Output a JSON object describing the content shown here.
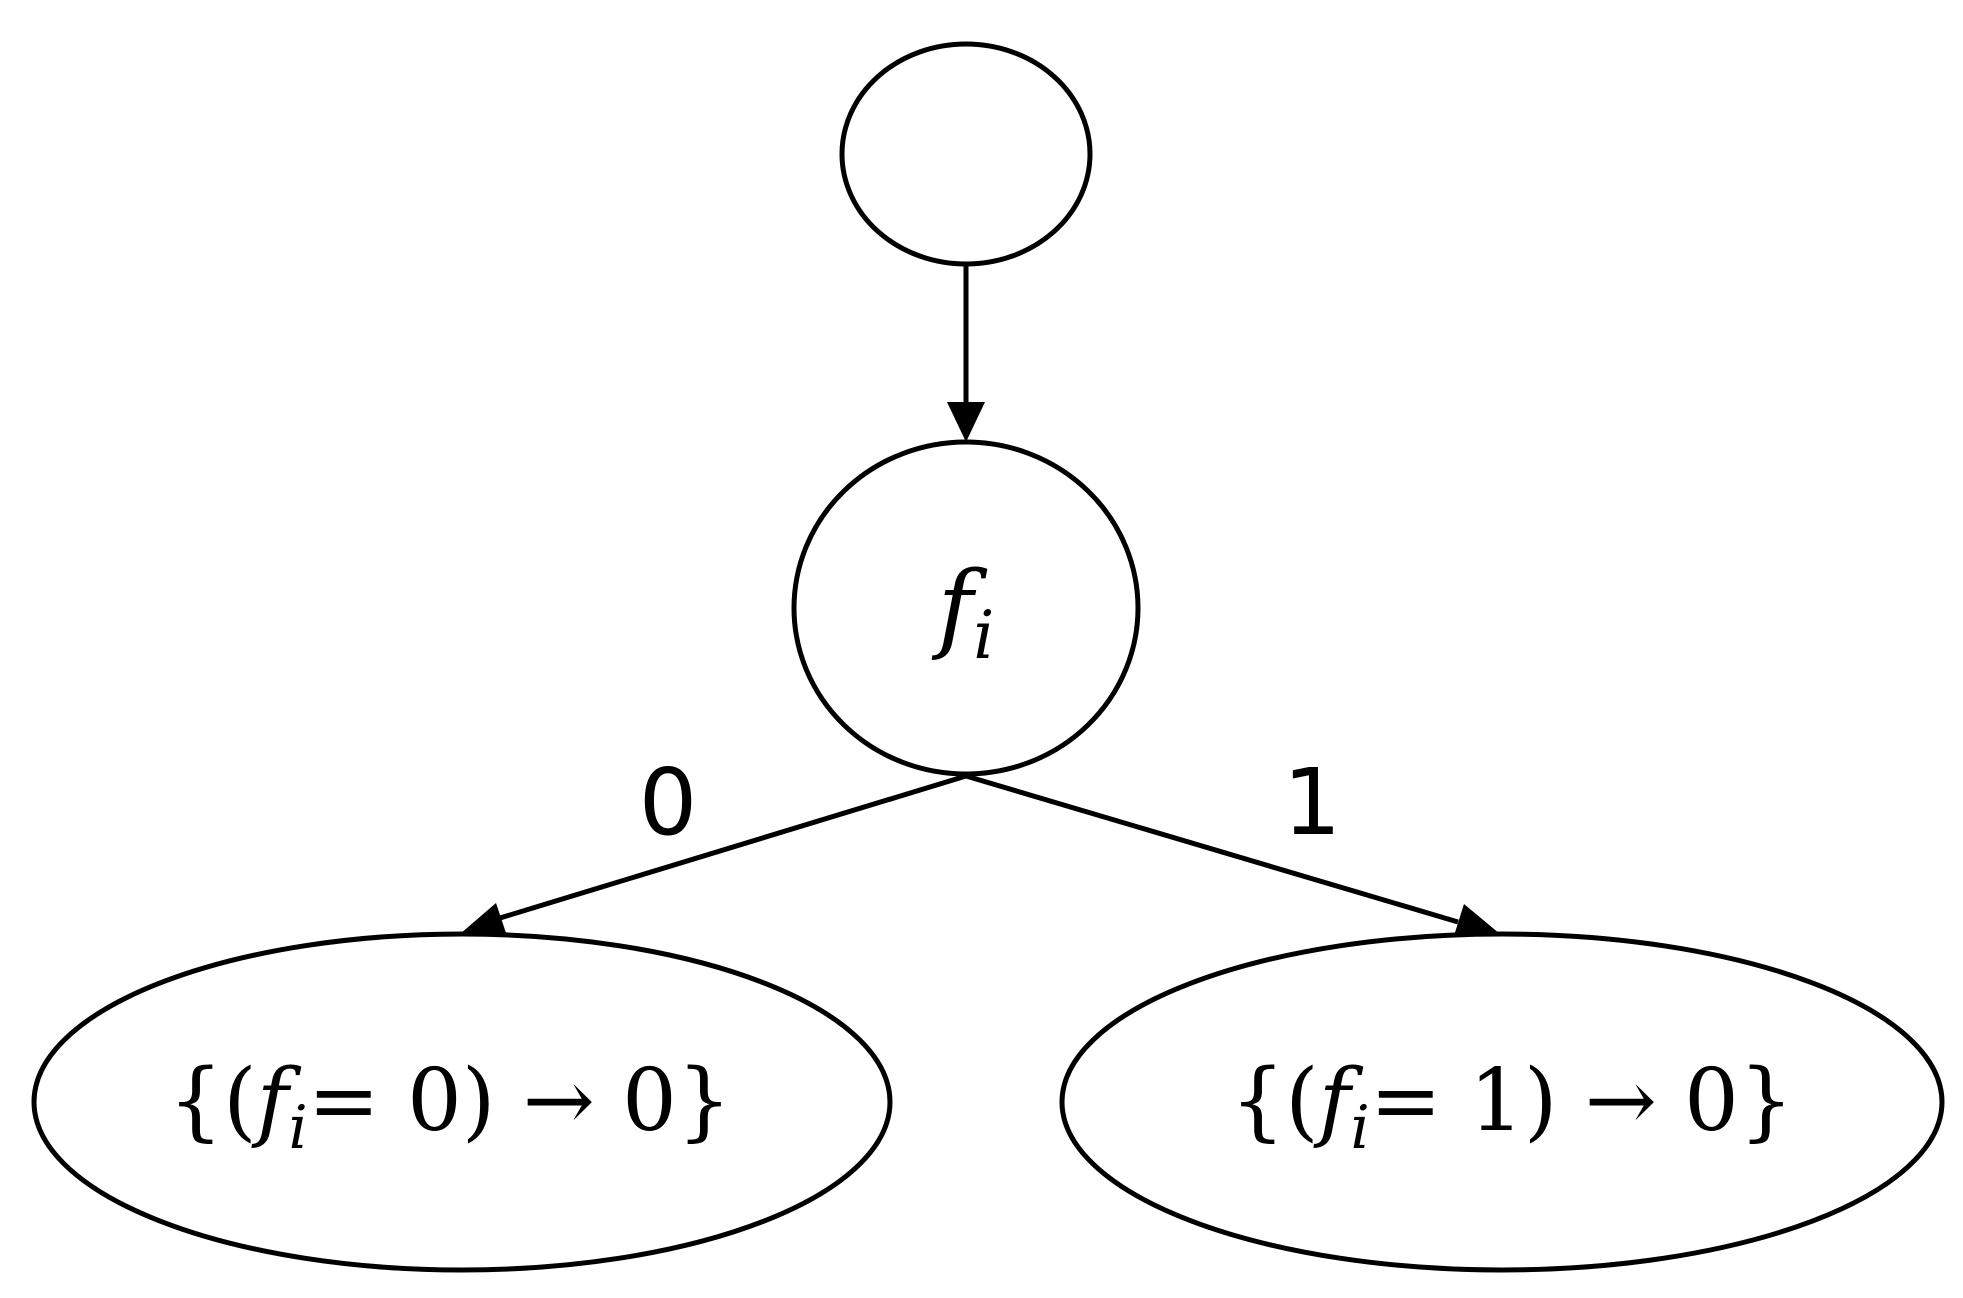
{
  "nodes": {
    "root": {
      "label": ""
    },
    "feature": {
      "var": "f",
      "sub": "i"
    },
    "leaf_left": {
      "open": "{(",
      "var": "f",
      "sub": "i",
      "rest": "= 0) → 0}"
    },
    "leaf_right": {
      "open": "{(",
      "var": "f",
      "sub": "i",
      "rest": "= 1) → 0}"
    }
  },
  "edges": {
    "left": {
      "label": "0"
    },
    "right": {
      "label": "1"
    }
  },
  "colors": {
    "stroke": "#000000",
    "background": "#ffffff"
  }
}
